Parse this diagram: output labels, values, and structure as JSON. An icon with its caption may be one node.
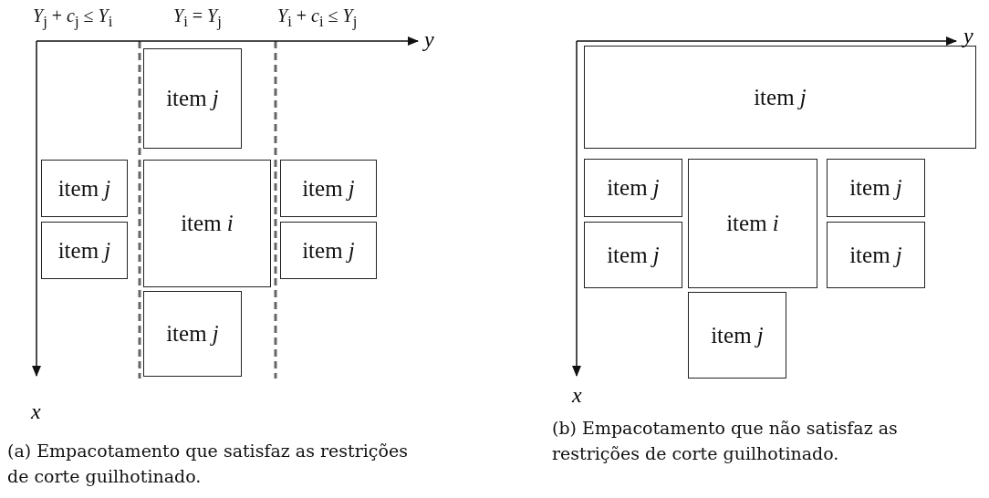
{
  "diagram": {
    "nodes": [
      {
        "text": [
          "item *j*"
        ]
      },
      {
        "text": [
          "item *j*"
        ]
      },
      {
        "text": [
          "item *j*"
        ]
      },
      {
        "text": [
          "item *i*"
        ]
      },
      {
        "text": [
          "item *j*"
        ]
      },
      {
        "text": [
          "item *j*"
        ]
      },
      {
        "text": [
          "item *j*"
        ]
      },
      {
        "text": [
          "item *j*"
        ]
      },
      {
        "text": [
          "item *j*"
        ]
      },
      {
        "text": [
          "item *j*"
        ]
      },
      {
        "text": [
          "item *i*"
        ]
      },
      {
        "text": [
          "item *j*"
        ]
      },
      {
        "text": [
          "item *j*"
        ]
      },
      {
        "text": [
          "item *j*"
        ]
      }
    ],
    "edges": [],
    "labels": [
      "*Y*$_{j}$ + *c*$_{j}$ ≤ *Y*$_{i}$",
      "*Y*$_{i}$ = *Y*$_{j}$",
      "*Y*$_{i}$ + *c*$_{i}$ ≤ *Y*$_{j}$",
      "y",
      "x",
      "(a) Empacotamento que satisfaz as restrições de corte guilhotinado.",
      "y",
      "x",
      "(b) Empacotamento que não satisfaz as restrições de corte guilhotinado."
    ]
  }
}
